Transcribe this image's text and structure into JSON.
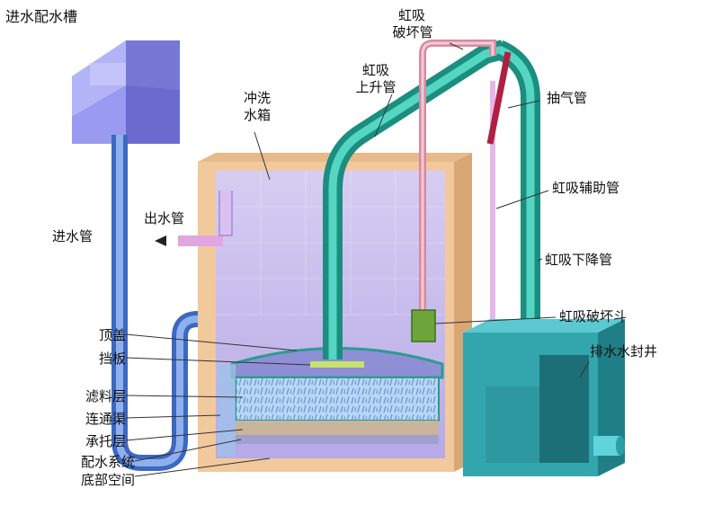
{
  "labels": {
    "inlet_tank": "进水配水槽",
    "inlet_pipe": "进水管",
    "outlet_pipe": "出水管",
    "wash_tank_l1": "冲洗",
    "wash_tank_l2": "水箱",
    "siphon_rise_l1": "虹吸",
    "siphon_rise_l2": "上升管",
    "siphon_break_pipe_l1": "虹吸",
    "siphon_break_pipe_l2": "破坏管",
    "exhaust_pipe": "抽气管",
    "siphon_aux_pipe": "虹吸辅助管",
    "siphon_down_pipe": "虹吸下降管",
    "siphon_break_bucket": "虹吸破坏斗",
    "drain_seal_well": "排水水封井",
    "top_cover": "顶盖",
    "baffle": "挡板",
    "filter_layer": "滤料层",
    "channel": "连通渠",
    "support_layer": "承托层",
    "distribution_system": "配水系统",
    "bottom_space": "底部空间"
  },
  "colors": {
    "inlet_tank": "#9b9bf0",
    "pipe_blue": "#5a86d6",
    "siphon_teal": "#2fb3a3",
    "drain_well": "#33a5ad",
    "tank_wall": "#f1c99c",
    "tank_inner": "#c9bcec",
    "break_pipe_pink": "#f2b4c4",
    "exhaust_red": "#c2274a",
    "bucket_green": "#6ea53a"
  }
}
